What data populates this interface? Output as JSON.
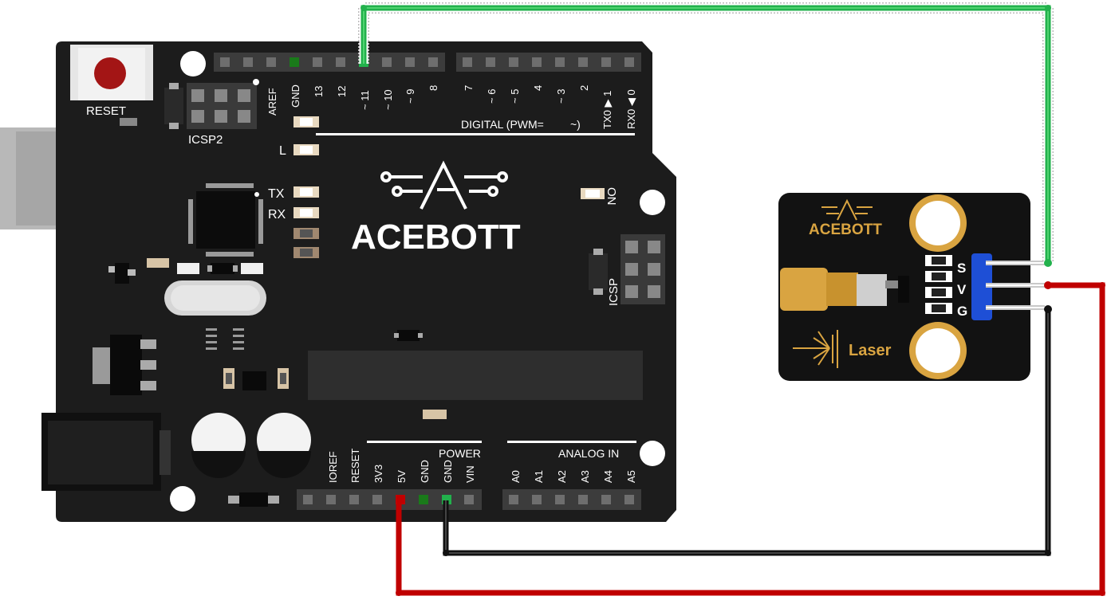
{
  "board": {
    "reset_label": "RESET",
    "icsp2_label": "ICSP2",
    "icsp_label": "ICSP",
    "brand": "ACEBOTT",
    "digital_label": "DIGITAL (PWM=",
    "digital_tilde": "~)",
    "on_label": "ON",
    "l_label": "L",
    "tx_label": "TX",
    "rx_label": "RX",
    "power_label": "POWER",
    "analog_label": "ANALOG IN",
    "top_pins": [
      "AREF",
      "GND",
      "13",
      "12",
      "~ 11",
      "~ 10",
      "~ 9",
      "8"
    ],
    "top_pins2": [
      "7",
      "~ 6",
      "~ 5",
      "4",
      "~ 3",
      "2",
      "TX0 ▶ 1",
      "RX0 ◀ 0"
    ],
    "power_pins": [
      "IOREF",
      "RESET",
      "3V3",
      "5V",
      "GND",
      "GND",
      "VIN"
    ],
    "analog_pins": [
      "A0",
      "A1",
      "A2",
      "A3",
      "A4",
      "A5"
    ]
  },
  "module": {
    "brand": "ACEBOTT",
    "name": "Laser",
    "pin_s": "S",
    "pin_v": "V",
    "pin_g": "G"
  },
  "colors": {
    "board": "#1a1a1a",
    "signal_wire": "#22b14c",
    "power_wire": "#c00000",
    "ground_wire": "#111111",
    "header_blue": "#1e4fd6",
    "gold": "#d9a441"
  }
}
